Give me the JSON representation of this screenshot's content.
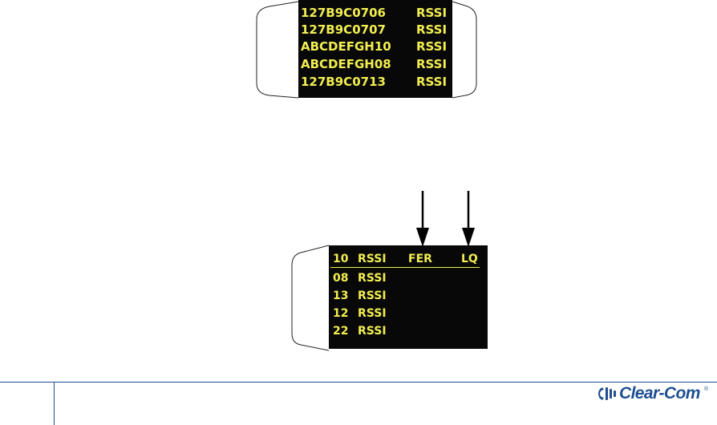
{
  "display_1": {
    "rows": [
      {
        "id": "127B9C0706",
        "signal": "RSSI"
      },
      {
        "id": "127B9C0707",
        "signal": "RSSI"
      },
      {
        "id": "ABCDEFGH10",
        "signal": "RSSI"
      },
      {
        "id": "ABCDEFGH08",
        "signal": "RSSI"
      },
      {
        "id": "127B9C0713",
        "signal": "RSSI"
      }
    ]
  },
  "display_2": {
    "header": {
      "num": "10",
      "signal": "RSSI",
      "fer": "FER",
      "lq": "LQ"
    },
    "rows": [
      {
        "num": "08",
        "signal": "RSSI"
      },
      {
        "num": "13",
        "signal": "RSSI"
      },
      {
        "num": "12",
        "signal": "RSSI"
      },
      {
        "num": "22",
        "signal": "RSSI"
      }
    ]
  },
  "footer": {
    "logo_text": "Clear-Com",
    "logo_reg": "®"
  },
  "colors": {
    "screen_bg": "#080808",
    "screen_text": "#f2ee50",
    "brand_blue": "#1d4f91"
  }
}
